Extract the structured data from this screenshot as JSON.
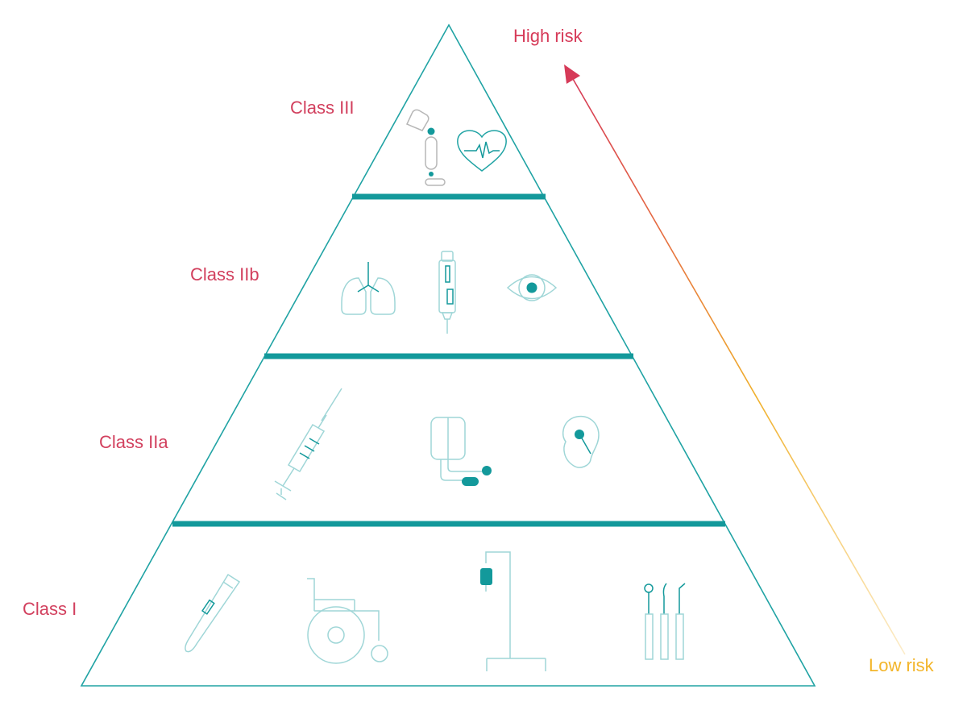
{
  "colors": {
    "pyramid_outline": "#20a3a4",
    "tier_divider": "#13999b",
    "icon_light": "#9fd6d7",
    "icon_accent": "#13999b",
    "label_red": "#d2405e",
    "high_risk": "#d63a58",
    "low_risk": "#f3b52a",
    "device_grey": "#b7b7b7"
  },
  "tiers": [
    {
      "label": "Class III",
      "icons": [
        "defibrillator-lead-icon",
        "heart-monitor-icon"
      ]
    },
    {
      "label": "Class IIb",
      "icons": [
        "lungs-ventilator-icon",
        "insulin-pen-icon",
        "eye-lens-icon"
      ]
    },
    {
      "label": "Class IIa",
      "icons": [
        "syringe-icon",
        "blood-pressure-monitor-icon",
        "hearing-aid-icon"
      ]
    },
    {
      "label": "Class I",
      "icons": [
        "thermometer-icon",
        "wheelchair-icon",
        "iv-stand-icon",
        "dental-instruments-icon"
      ]
    }
  ],
  "risk_axis": {
    "high_label": "High risk",
    "low_label": "Low risk"
  }
}
